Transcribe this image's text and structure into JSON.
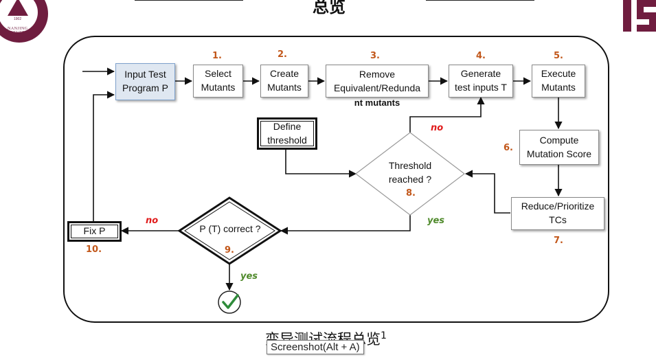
{
  "header": {
    "title": "总览",
    "logo_left_text": "NANJING UNIVERSITY",
    "logo_left_year": "1902",
    "logo_right": "IS"
  },
  "boxes": {
    "input": "Input Test\nProgram P",
    "select": "Select\nMutants",
    "create": "Create\nMutants",
    "remove": "Remove\nEquivalent/Redunda",
    "remove_tail": "nt mutants",
    "generate": "Generate\ntest inputs T",
    "execute": "Execute\nMutants",
    "compute": "Compute\nMutation Score",
    "reduce": "Reduce/Prioritize\nTCs",
    "define": "Define\nthreshold",
    "fix": "Fix P"
  },
  "decisions": {
    "threshold": "Threshold\nreached ?",
    "correct": "P (T) correct ?"
  },
  "steps": {
    "s1": "1.",
    "s2": "2.",
    "s3": "3.",
    "s4": "4.",
    "s5": "5.",
    "s6": "6.",
    "s7": "7.",
    "s8": "8.",
    "s9": "9.",
    "s10": "10."
  },
  "edge_labels": {
    "no_threshold": "no",
    "yes_threshold": "yes",
    "no_correct": "no",
    "yes_correct": "yes"
  },
  "caption": {
    "text": "变异测试流程总览",
    "sup": "1"
  },
  "tooltip": "Screenshot(Alt + A)",
  "colors": {
    "step_orange": "#c2571a",
    "no_red": "#e01b1b",
    "yes_green": "#4f8a2b",
    "scroll_fill": "#dfe7f1",
    "logo_maroon": "#6f1d3f",
    "check_green": "#2e8b3a"
  }
}
